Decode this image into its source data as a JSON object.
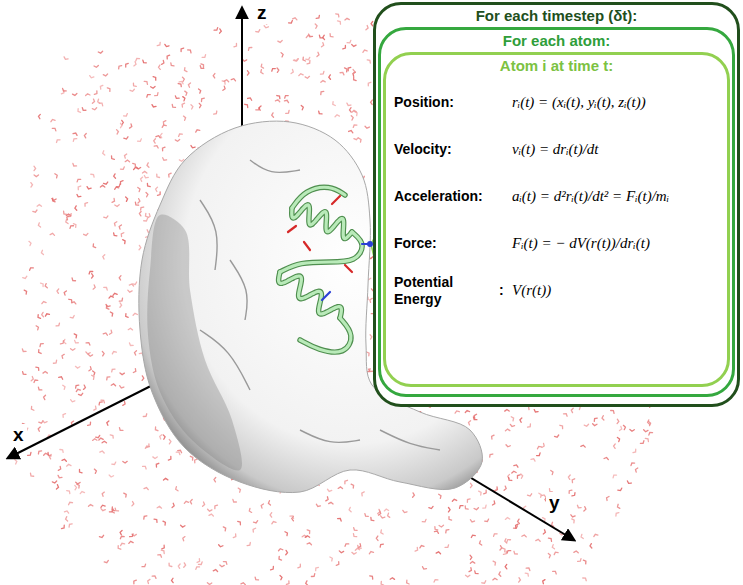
{
  "diagram": {
    "nodes": [
      {
        "text": [
          "For each timestep (δt):"
        ]
      },
      {
        "text": [
          "For each atom:"
        ],
        "in": 0
      },
      {
        "text": [
          "Atom i at time t:",
          "Position:",
          "rᵢ(t) = (xᵢ(t), yᵢ(t), zᵢ(t))",
          "Velocity:",
          "vᵢ(t) = drᵢ(t)/dt",
          "Acceleration:",
          "aᵢ(t) = d²rᵢ(t)/dt² = Fᵢ(t)/mᵢ",
          "Force:",
          "Fᵢ(t) = − dV(r(t))/drᵢ(t)",
          "Potential Energy",
          ":",
          "V(r(t))"
        ],
        "in": 1
      }
    ],
    "labels": [
      "z",
      "x",
      "y"
    ]
  }
}
